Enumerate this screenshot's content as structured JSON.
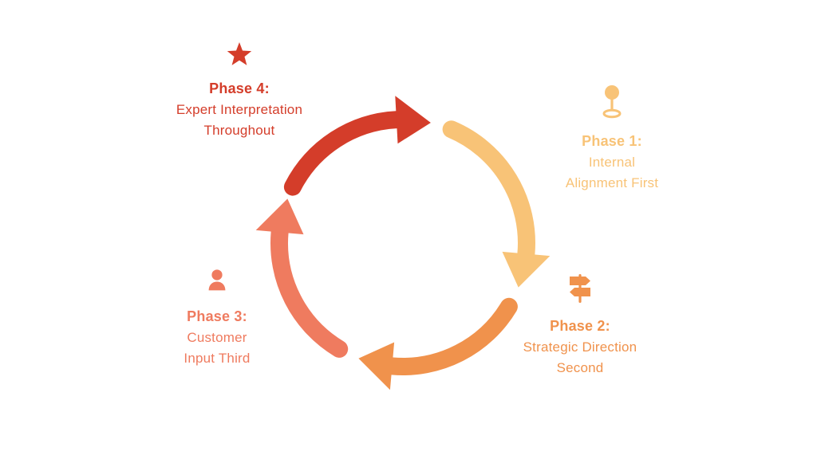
{
  "background": "#FFFFFF",
  "diagram": {
    "type": "circular-cycle",
    "direction": "clockwise",
    "phases": [
      {
        "id": "phase-1",
        "title": "Phase 1:",
        "lines": [
          "Internal",
          "Alignment First"
        ],
        "icon": "pushpin-icon",
        "color": "#F8C377"
      },
      {
        "id": "phase-2",
        "title": "Phase 2:",
        "lines": [
          "Strategic Direction",
          "Second"
        ],
        "icon": "signpost-icon",
        "color": "#F0924C"
      },
      {
        "id": "phase-3",
        "title": "Phase 3:",
        "lines": [
          "Customer",
          "Input Third"
        ],
        "icon": "person-icon",
        "color": "#EF7B5F"
      },
      {
        "id": "phase-4",
        "title": "Phase 4:",
        "lines": [
          "Expert Interpretation",
          "Throughout"
        ],
        "icon": "star-icon",
        "color": "#D43D2A"
      }
    ]
  }
}
